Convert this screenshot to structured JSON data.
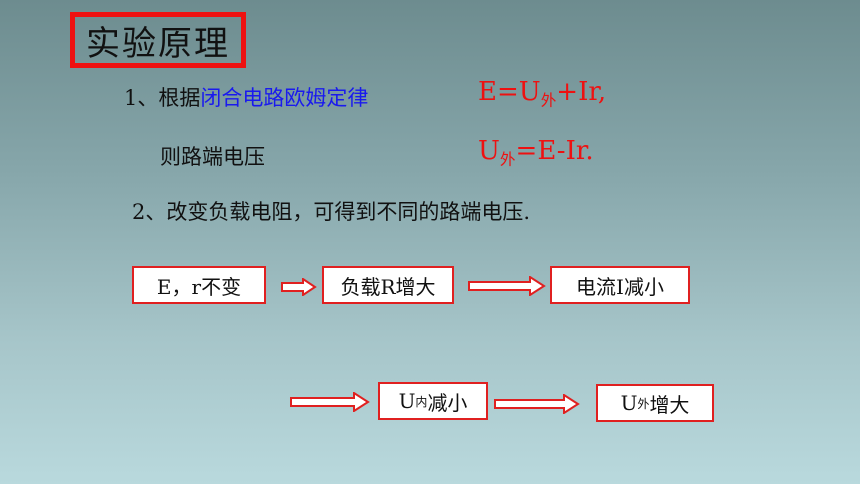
{
  "title": "实验原理",
  "item1": {
    "prefix": "1、根据",
    "law": "闭合电路欧姆定律"
  },
  "formula1": {
    "a": "E=U",
    "sub": "外",
    "b": "+Ir,"
  },
  "line2": "则路端电压",
  "formula2": {
    "a": "U",
    "sub": "外",
    "b": "=E-Ir."
  },
  "item2": "2、改变负载电阻，可得到不同的路端电压.",
  "flow": {
    "box1": "E，r不变",
    "box2": "负载R增大",
    "box3": "电流I减小",
    "box4": {
      "a": "U",
      "sub": "内",
      "b": "减小"
    },
    "box5": {
      "a": "U",
      "sub": "外",
      "b": "增大"
    }
  },
  "colors": {
    "accent_red": "#ee1111",
    "law_blue": "#1a1aee"
  }
}
